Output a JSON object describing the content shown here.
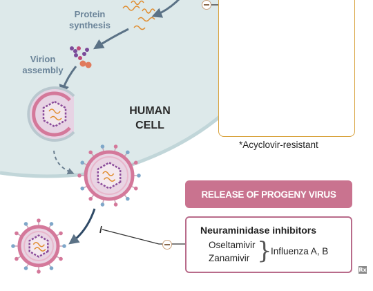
{
  "labels": {
    "protein_synthesis": "Protein\nsynthesis",
    "virion_assembly": "Virion\nassembly",
    "human_cell": "HUMAN\nCELL"
  },
  "footnote": "*Acyclovir-resistant",
  "release_banner": "RELEASE OF PROGENY VIRUS",
  "drug_box": {
    "class_name": "Neuraminidase inhibitors",
    "drugs": [
      "Oseltamivir",
      "Zanamivir"
    ],
    "indication": "Influenza A, B"
  },
  "rx_badge": "Rx",
  "colors": {
    "cell_fill": "#dde9ea",
    "cell_membrane": "#c1d6d9",
    "virus_pink": "#d4789a",
    "virus_blue": "#7fa7c9",
    "arrow": "#5b7286",
    "banner": "#c9738f",
    "box_border_gold": "#d8a23c",
    "drug_box_border": "#b86b8a"
  }
}
